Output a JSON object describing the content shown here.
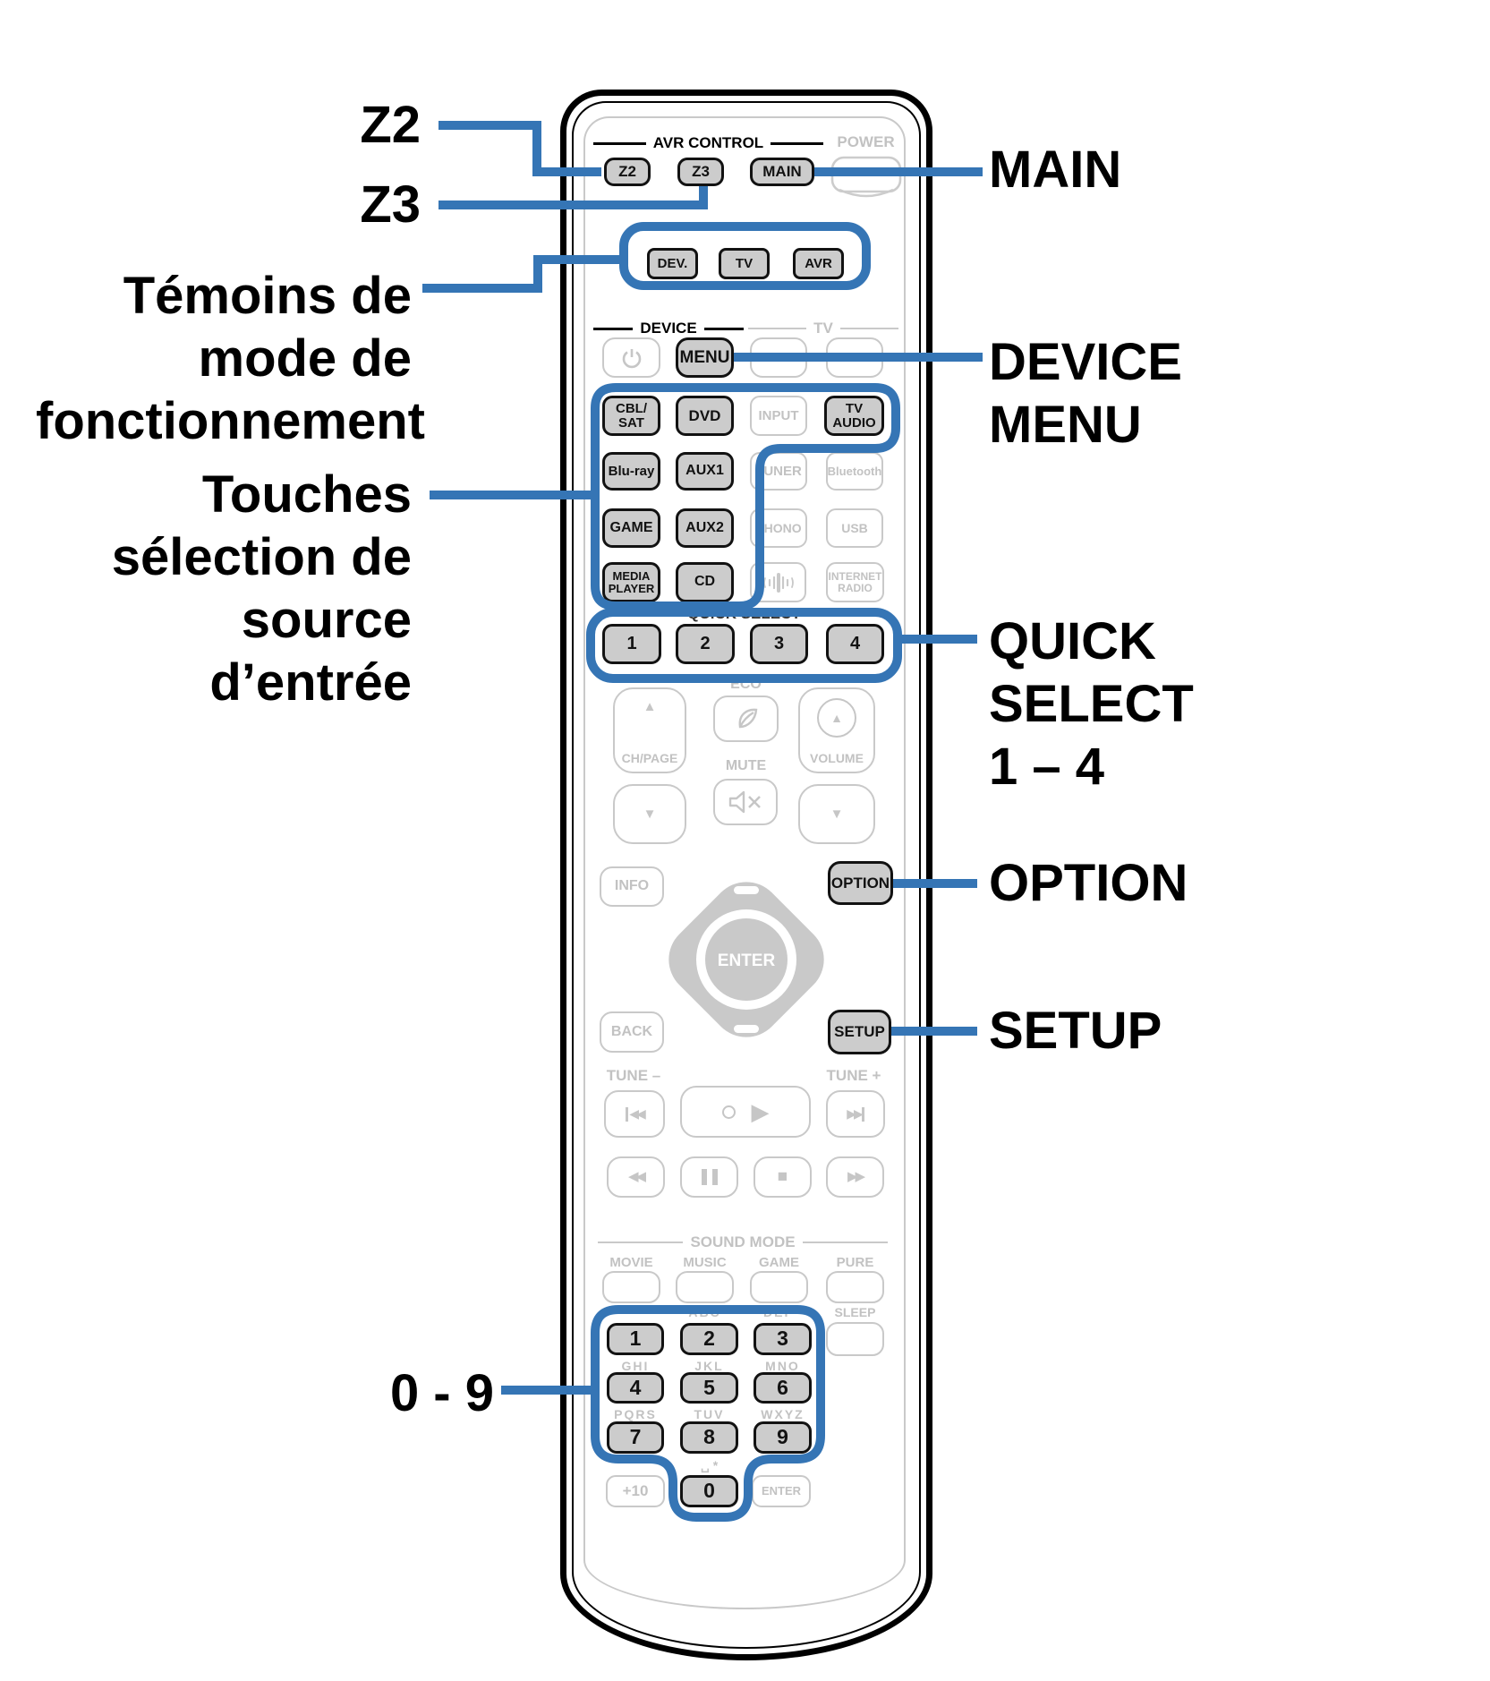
{
  "accent": "#3575b5",
  "icons": {
    "up": "▲",
    "down": "▼",
    "rew": "◀◀",
    "ffwd": "▶▶",
    "skip_back": "◀◀",
    "skip_fwd": "▶▶",
    "play": "▶",
    "stop": "■"
  },
  "callouts": {
    "z2": "Z2",
    "z3": "Z3",
    "temoins_1": "Témoins de",
    "temoins_2": "mode de",
    "temoins_3": "fonctionnement",
    "touches_1": "Touches",
    "touches_2": "sélection de",
    "touches_3": "source d’entrée",
    "digits": "0 - 9",
    "main": "MAIN",
    "device_menu_1": "DEVICE",
    "device_menu_2": "MENU",
    "quick_1": "QUICK",
    "quick_2": "SELECT",
    "quick_3": "1 – 4",
    "option": "OPTION",
    "setup": "SETUP"
  },
  "remote": {
    "avr_control": "AVR CONTROL",
    "power": "POWER",
    "z2": "Z2",
    "z3": "Z3",
    "main": "MAIN",
    "ind": {
      "dev": "DEV.",
      "tv": "TV",
      "avr": "AVR"
    },
    "device": "DEVICE",
    "tv": "TV",
    "menu": "MENU",
    "src": {
      "cbl": "CBL/\nSAT",
      "dvd": "DVD",
      "input": "INPUT",
      "tvaudio": "TV\nAUDIO",
      "bluray": "Blu-ray",
      "aux1": "AUX1",
      "tuner": "TUNER",
      "bt": "Bluetooth",
      "game": "GAME",
      "aux2": "AUX2",
      "phono": "PHONO",
      "usb": "USB",
      "media": "MEDIA\nPLAYER",
      "cd": "CD",
      "inet": "INTERNET\nRADIO"
    },
    "quick": {
      "label": "QUICK SELECT",
      "b1": "1",
      "b2": "2",
      "b3": "3",
      "b4": "4"
    },
    "eco": "ECO",
    "chpage": "CH/PAGE",
    "mute": "MUTE",
    "volume": "VOLUME",
    "info": "INFO",
    "option": "OPTION",
    "back": "BACK",
    "setup": "SETUP",
    "enter": "ENTER",
    "tune_m": "TUNE –",
    "tune_p": "TUNE +",
    "sound_mode": "SOUND MODE",
    "movie": "MOVIE",
    "music": "MUSIC",
    "game_sm": "GAME",
    "pure": "PURE",
    "sleep": "SLEEP",
    "keys": {
      "k1": "1",
      "k2": "2",
      "k3": "3",
      "k4": "4",
      "k5": "5",
      "k6": "6",
      "k7": "7",
      "k8": "8",
      "k9": "9",
      "k0": "0",
      "plus10": "+10",
      "enter": "ENTER",
      "abc": "ABC",
      "def": "DEF",
      "ghi": "GHI",
      "jkl": "JKL",
      "mno": "MNO",
      "pqrs": "PQRS",
      "tuv": "TUV",
      "wxyz": "WXYZ",
      "spacestar": "␣ *"
    }
  }
}
